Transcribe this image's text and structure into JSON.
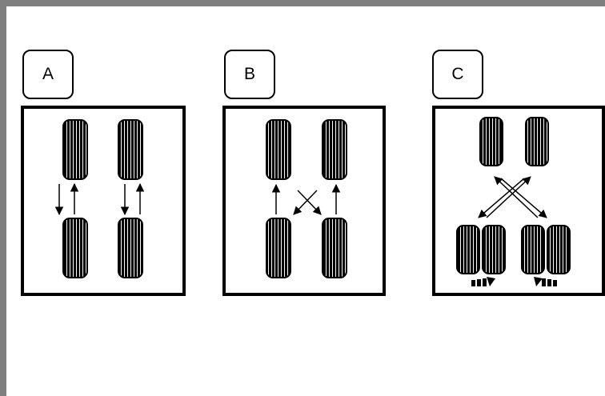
{
  "diagrams": [
    {
      "label": "A"
    },
    {
      "label": "B"
    },
    {
      "label": "C"
    }
  ],
  "colors": {
    "frame": "#7f7f7f",
    "ink": "#000000",
    "background": "#ffffff"
  }
}
